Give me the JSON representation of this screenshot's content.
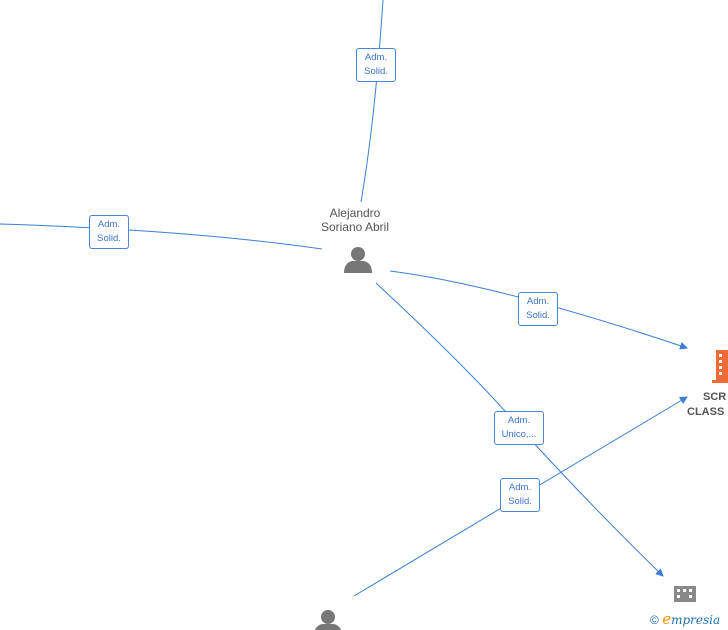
{
  "colors": {
    "edge": "#3a7fd5",
    "person_icon": "#777777",
    "company_highlight": "#f06a35",
    "company_gray": "#888888"
  },
  "nodes": {
    "person_main": {
      "name_line1": "Alejandro",
      "name_line2": "Soriano Abril",
      "icon": "person-icon"
    },
    "person_bottom": {
      "icon": "person-icon"
    },
    "company_right": {
      "name_line1": "SCR",
      "name_line2": "CLASS",
      "icon": "building-icon"
    },
    "company_bottom": {
      "icon": "building-icon"
    }
  },
  "edges": [
    {
      "line1": "Adm.",
      "line2": "Solid."
    },
    {
      "line1": "Adm.",
      "line2": "Solid."
    },
    {
      "line1": "Adm.",
      "line2": "Solid."
    },
    {
      "line1": "Adm.",
      "line2": "Unico,..."
    },
    {
      "line1": "Adm.",
      "line2": "Solid."
    }
  ],
  "watermark": {
    "copyright": "©",
    "brand_first": "e",
    "brand_rest": "mpresia"
  }
}
